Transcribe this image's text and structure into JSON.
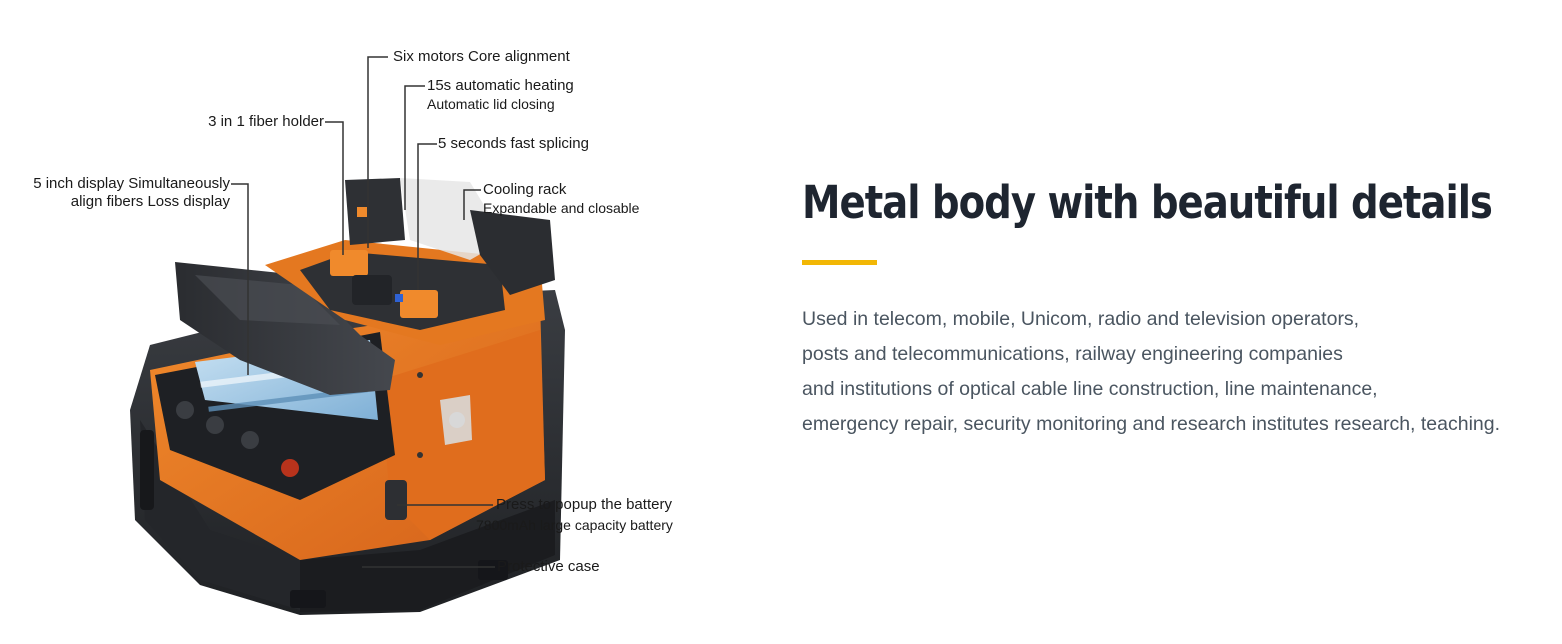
{
  "product_image": {
    "callouts": {
      "six_motors": "Six motors  Core alignment",
      "heating": "15s automatic heating",
      "lid": "Automatic lid closing",
      "fiber_holder": "3 in 1 fiber holder",
      "fast_splicing": "5 seconds fast splicing",
      "display_line1": "5 inch display Simultaneously",
      "display_line2": "align fibers Loss display",
      "cooling": "Cooling rack",
      "cooling_sub": "Expandable and closable",
      "battery_popup": "Press to popup the battery",
      "battery_capacity": "7800mAh large capacity battery",
      "protective_case": "Protective case"
    },
    "colors": {
      "body_orange": "#e8731a",
      "case_dark": "#2b2d31",
      "screen_blue": "#9ec8e8"
    }
  },
  "content": {
    "headline": "Metal body with beautiful details",
    "accent_color": "#f2b705",
    "paragraph": [
      "Used in telecom, mobile, Unicom, radio and television operators,",
      "posts and telecommunications, railway engineering companies",
      "and institutions of optical cable line construction, line maintenance,",
      "emergency repair, security monitoring and research institutes research, teaching."
    ]
  }
}
